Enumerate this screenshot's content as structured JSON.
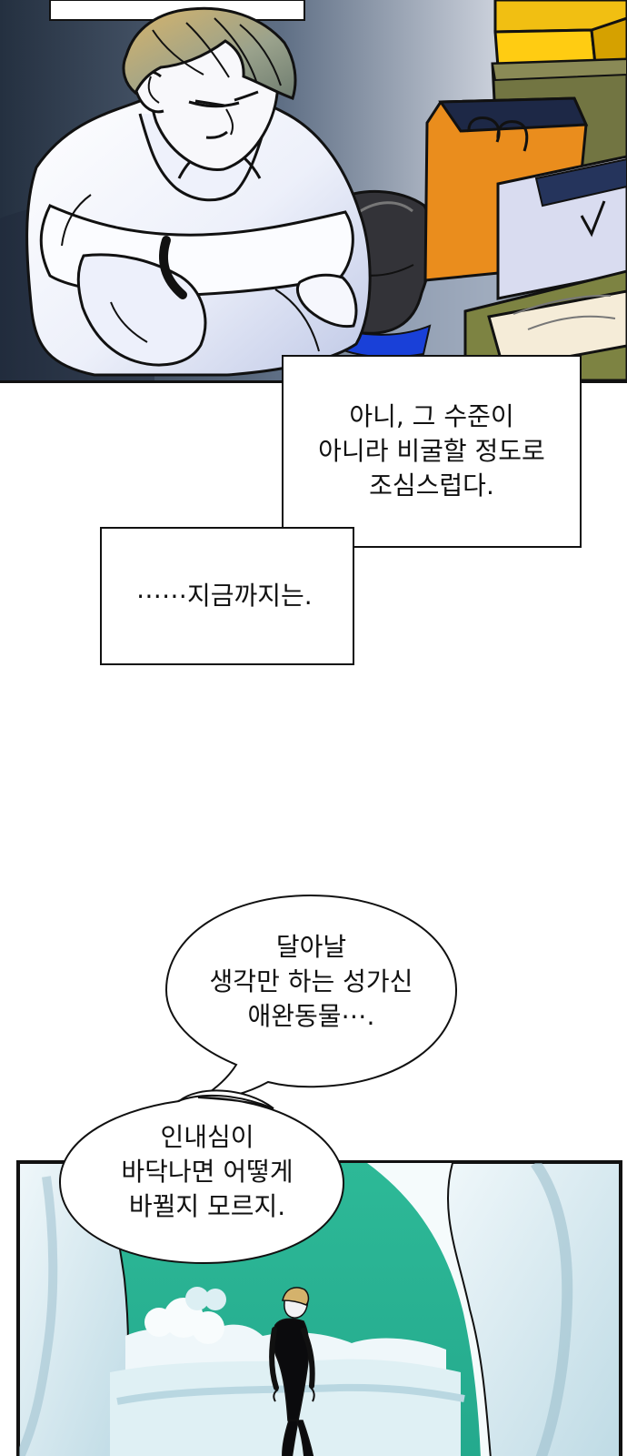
{
  "narration": {
    "box_1": "아니, 그 수준이\n아니라 비굴할 정도로\n조심스럽다.",
    "box_2": "⋯⋯지금까지는."
  },
  "dialogue": {
    "balloon_1": "달아날\n생각만 하는 성가신\n애완동물⋯.",
    "balloon_2": "인내심이\n바닥나면 어떻게\n바뀔지 모르지."
  },
  "colors": {
    "panel_top_background": "#607086",
    "panel_bottom_background": "#34b897",
    "box_border": "#111111",
    "page_background": "#ffffff"
  },
  "icons": {
    "top_panel_art": "man-sitting-with-shopping-bags",
    "bottom_panel_art": "man-standing-in-green-landscape"
  }
}
